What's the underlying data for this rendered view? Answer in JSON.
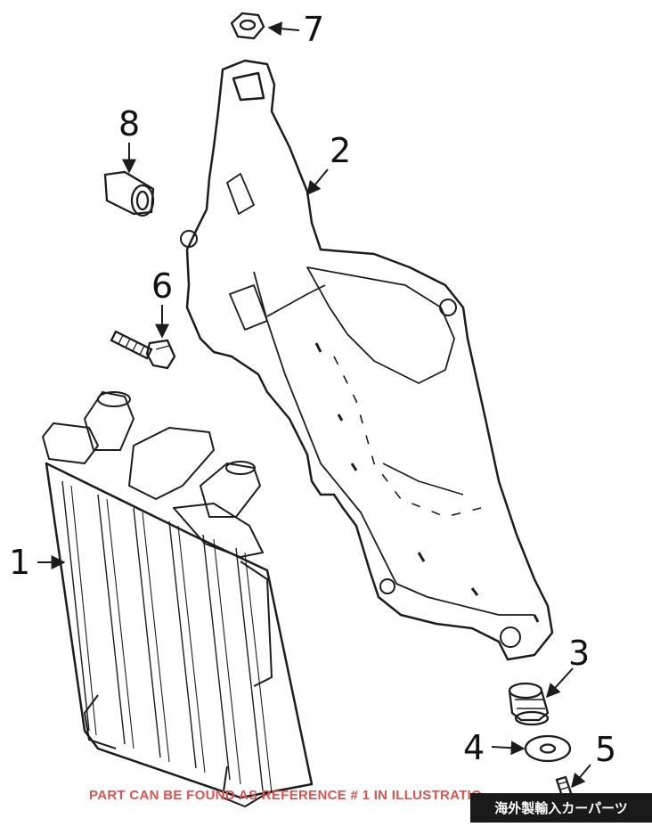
{
  "callouts": {
    "n1": "1",
    "n2": "2",
    "n3": "3",
    "n4": "4",
    "n5": "5",
    "n6": "6",
    "n7": "7",
    "n8": "8"
  },
  "reference_caption": "PART CAN BE FOUND AS REFERENCE # 1 IN ILLUSTRATION",
  "seller_badge": "海外製輸入カーパーツ",
  "colors": {
    "line": "#1c1c1c",
    "caption": "#d9534f",
    "badge_bg": "#1a1a1a",
    "badge_text": "#ffffff"
  }
}
